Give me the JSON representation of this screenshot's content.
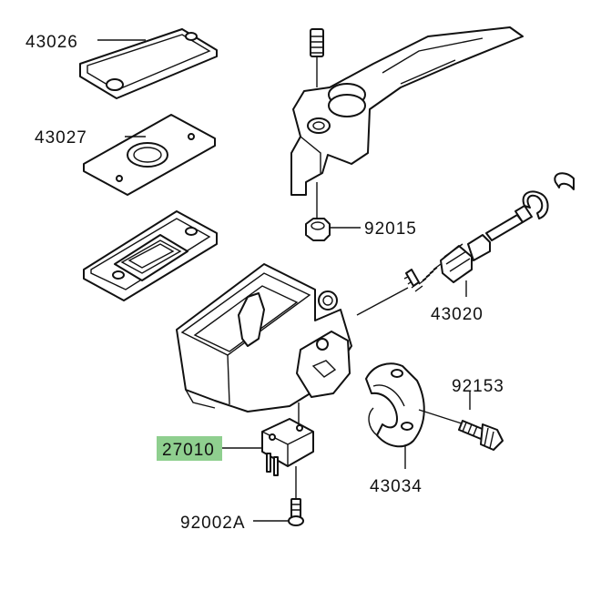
{
  "diagram": {
    "highlight_color": "#8fcf8f",
    "parts": [
      {
        "id": "p1",
        "number": "43026"
      },
      {
        "id": "p2",
        "number": "43027"
      },
      {
        "id": "p3",
        "number": "92015"
      },
      {
        "id": "p4",
        "number": "43020"
      },
      {
        "id": "p5",
        "number": "92153"
      },
      {
        "id": "p6",
        "number": "27010",
        "highlighted": true
      },
      {
        "id": "p7",
        "number": "43034"
      },
      {
        "id": "p8",
        "number": "92002A"
      }
    ]
  }
}
